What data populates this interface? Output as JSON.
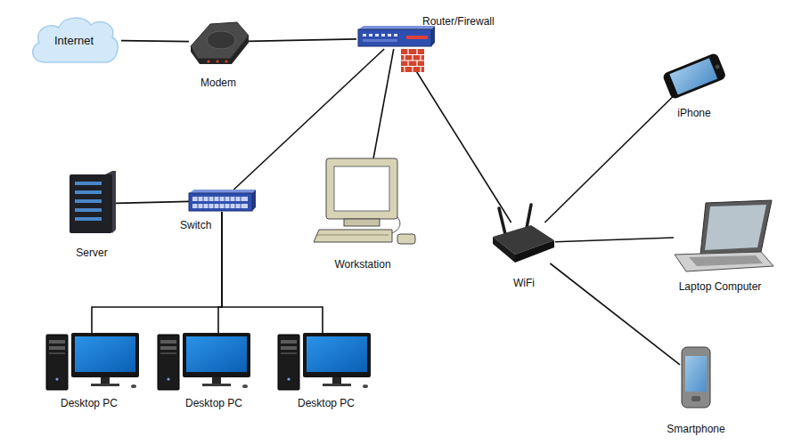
{
  "diagram": {
    "nodes": [
      {
        "text": [
          "Internet"
        ]
      },
      {
        "text": [
          "Modem"
        ]
      },
      {
        "text": [
          "Router/Firewall"
        ]
      },
      {
        "text": [
          "iPhone"
        ]
      },
      {
        "text": [
          "Server"
        ]
      },
      {
        "text": [
          "Switch"
        ]
      },
      {
        "text": [
          "Workstation"
        ]
      },
      {
        "text": [
          "Laptop Computer"
        ]
      },
      {
        "text": [
          "WiFi"
        ]
      },
      {
        "text": [
          "Desktop PC"
        ]
      },
      {
        "text": [
          "Desktop PC"
        ]
      },
      {
        "text": [
          "Desktop PC"
        ]
      },
      {
        "text": [
          "Smartphone"
        ]
      }
    ],
    "edges": [
      {
        "from": 0,
        "to": 1,
        "arrow": "none"
      },
      {
        "from": 1,
        "to": 2,
        "arrow": "none"
      },
      {
        "from": 2,
        "to": 5,
        "arrow": "none"
      },
      {
        "from": 2,
        "to": 6,
        "arrow": "none"
      },
      {
        "from": 2,
        "to": 8,
        "arrow": "none"
      },
      {
        "from": 5,
        "to": 4,
        "arrow": "none"
      },
      {
        "from": 5,
        "to": 9,
        "arrow": "none"
      },
      {
        "from": 5,
        "to": 10,
        "arrow": "none"
      },
      {
        "from": 5,
        "to": 11,
        "arrow": "none"
      },
      {
        "from": 8,
        "to": 3,
        "arrow": "none"
      },
      {
        "from": 8,
        "to": 7,
        "arrow": "none"
      },
      {
        "from": 8,
        "to": 12,
        "arrow": "none"
      }
    ]
  }
}
